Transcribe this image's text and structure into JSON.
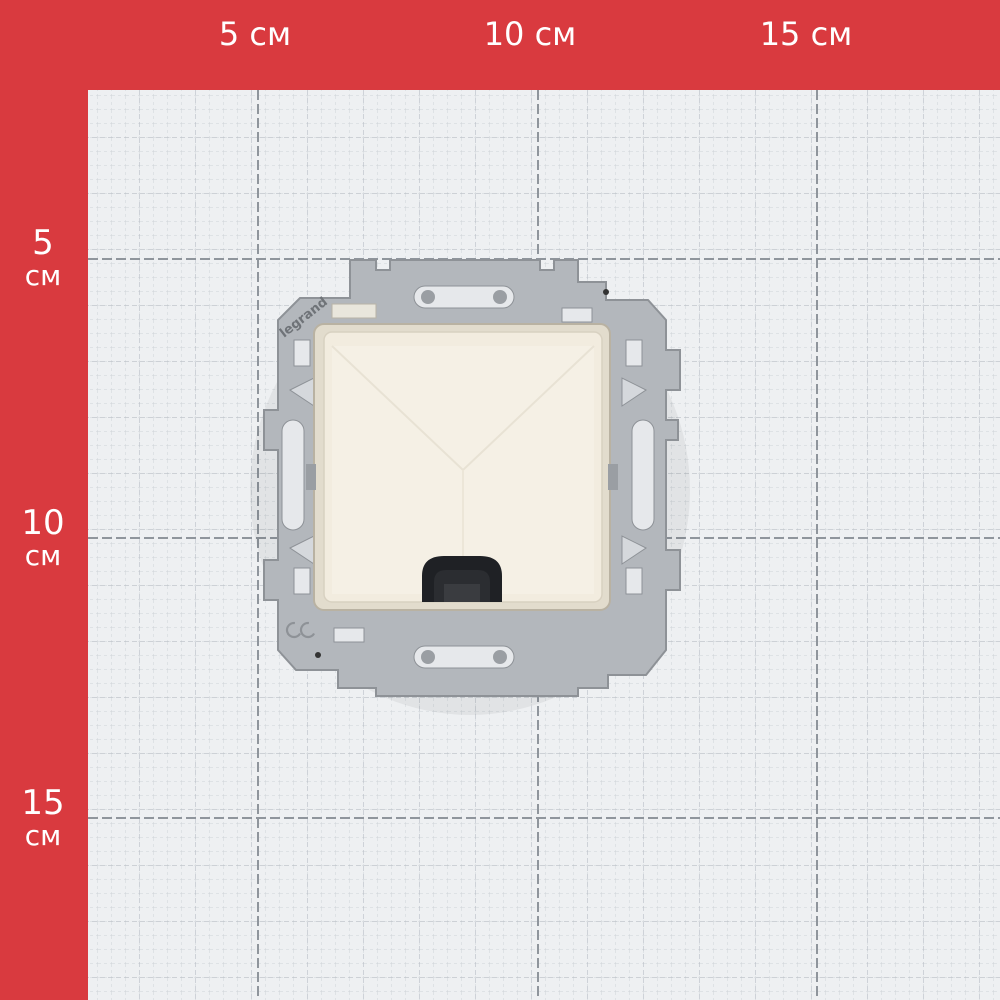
{
  "rulers": {
    "top": [
      {
        "label": "5 см"
      },
      {
        "label": "10 см"
      },
      {
        "label": "15 см"
      }
    ],
    "left": [
      {
        "num": "5",
        "unit": "см"
      },
      {
        "num": "10",
        "unit": "см"
      },
      {
        "num": "15",
        "unit": "см"
      }
    ]
  },
  "product": {
    "brand_mark": "legrand",
    "kind": "wall cable outlet with mounting frame",
    "icons": [
      "mounting-frame",
      "cable-outlet-cover",
      "cable-opening-icon",
      "ce-mark"
    ]
  },
  "colors": {
    "ruler_red": "#d93a3f",
    "grid_background": "#eef0f2",
    "grid_line": "#c8ccd2",
    "major_grid_line": "#8f959c",
    "frame_metal": "#b3b7bc",
    "cover_cream": "#f2ecdf"
  }
}
